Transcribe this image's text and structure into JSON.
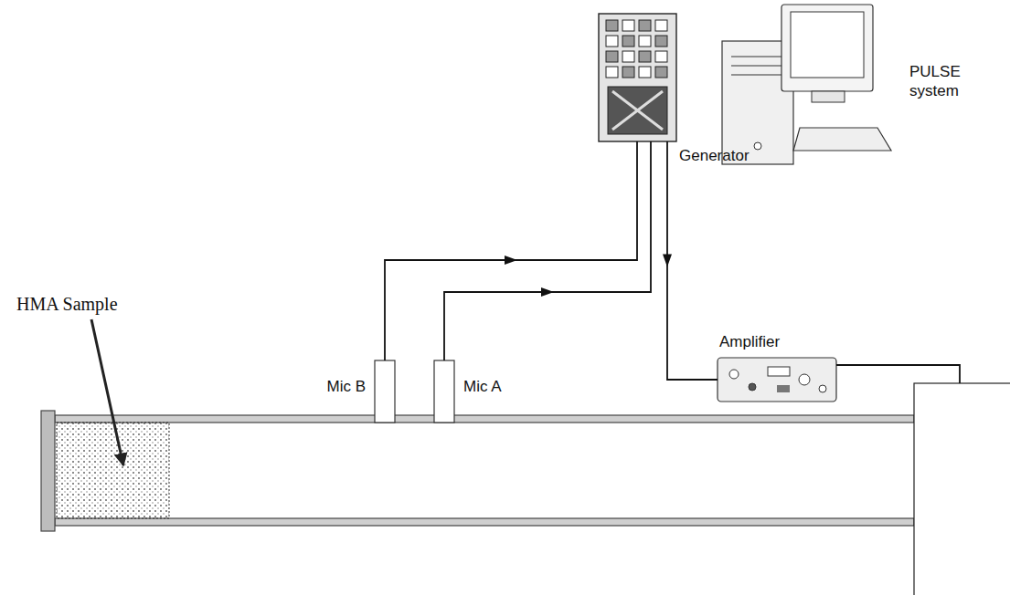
{
  "diagram": {
    "nodes": [
      {
        "text": [
          "PULSE system"
        ]
      },
      {
        "text": [
          "Generator"
        ]
      },
      {
        "text": [
          "Mic B"
        ]
      },
      {
        "text": [
          "Mic A"
        ]
      },
      {
        "text": [
          "Amplifier"
        ]
      },
      {
        "text": [
          "HMA Sample"
        ]
      }
    ],
    "edges": [
      {
        "from": 2,
        "to": 1,
        "arrow": "to"
      },
      {
        "from": 3,
        "to": 1,
        "arrow": "to"
      },
      {
        "from": 1,
        "to": 4,
        "arrow": "to"
      }
    ]
  }
}
